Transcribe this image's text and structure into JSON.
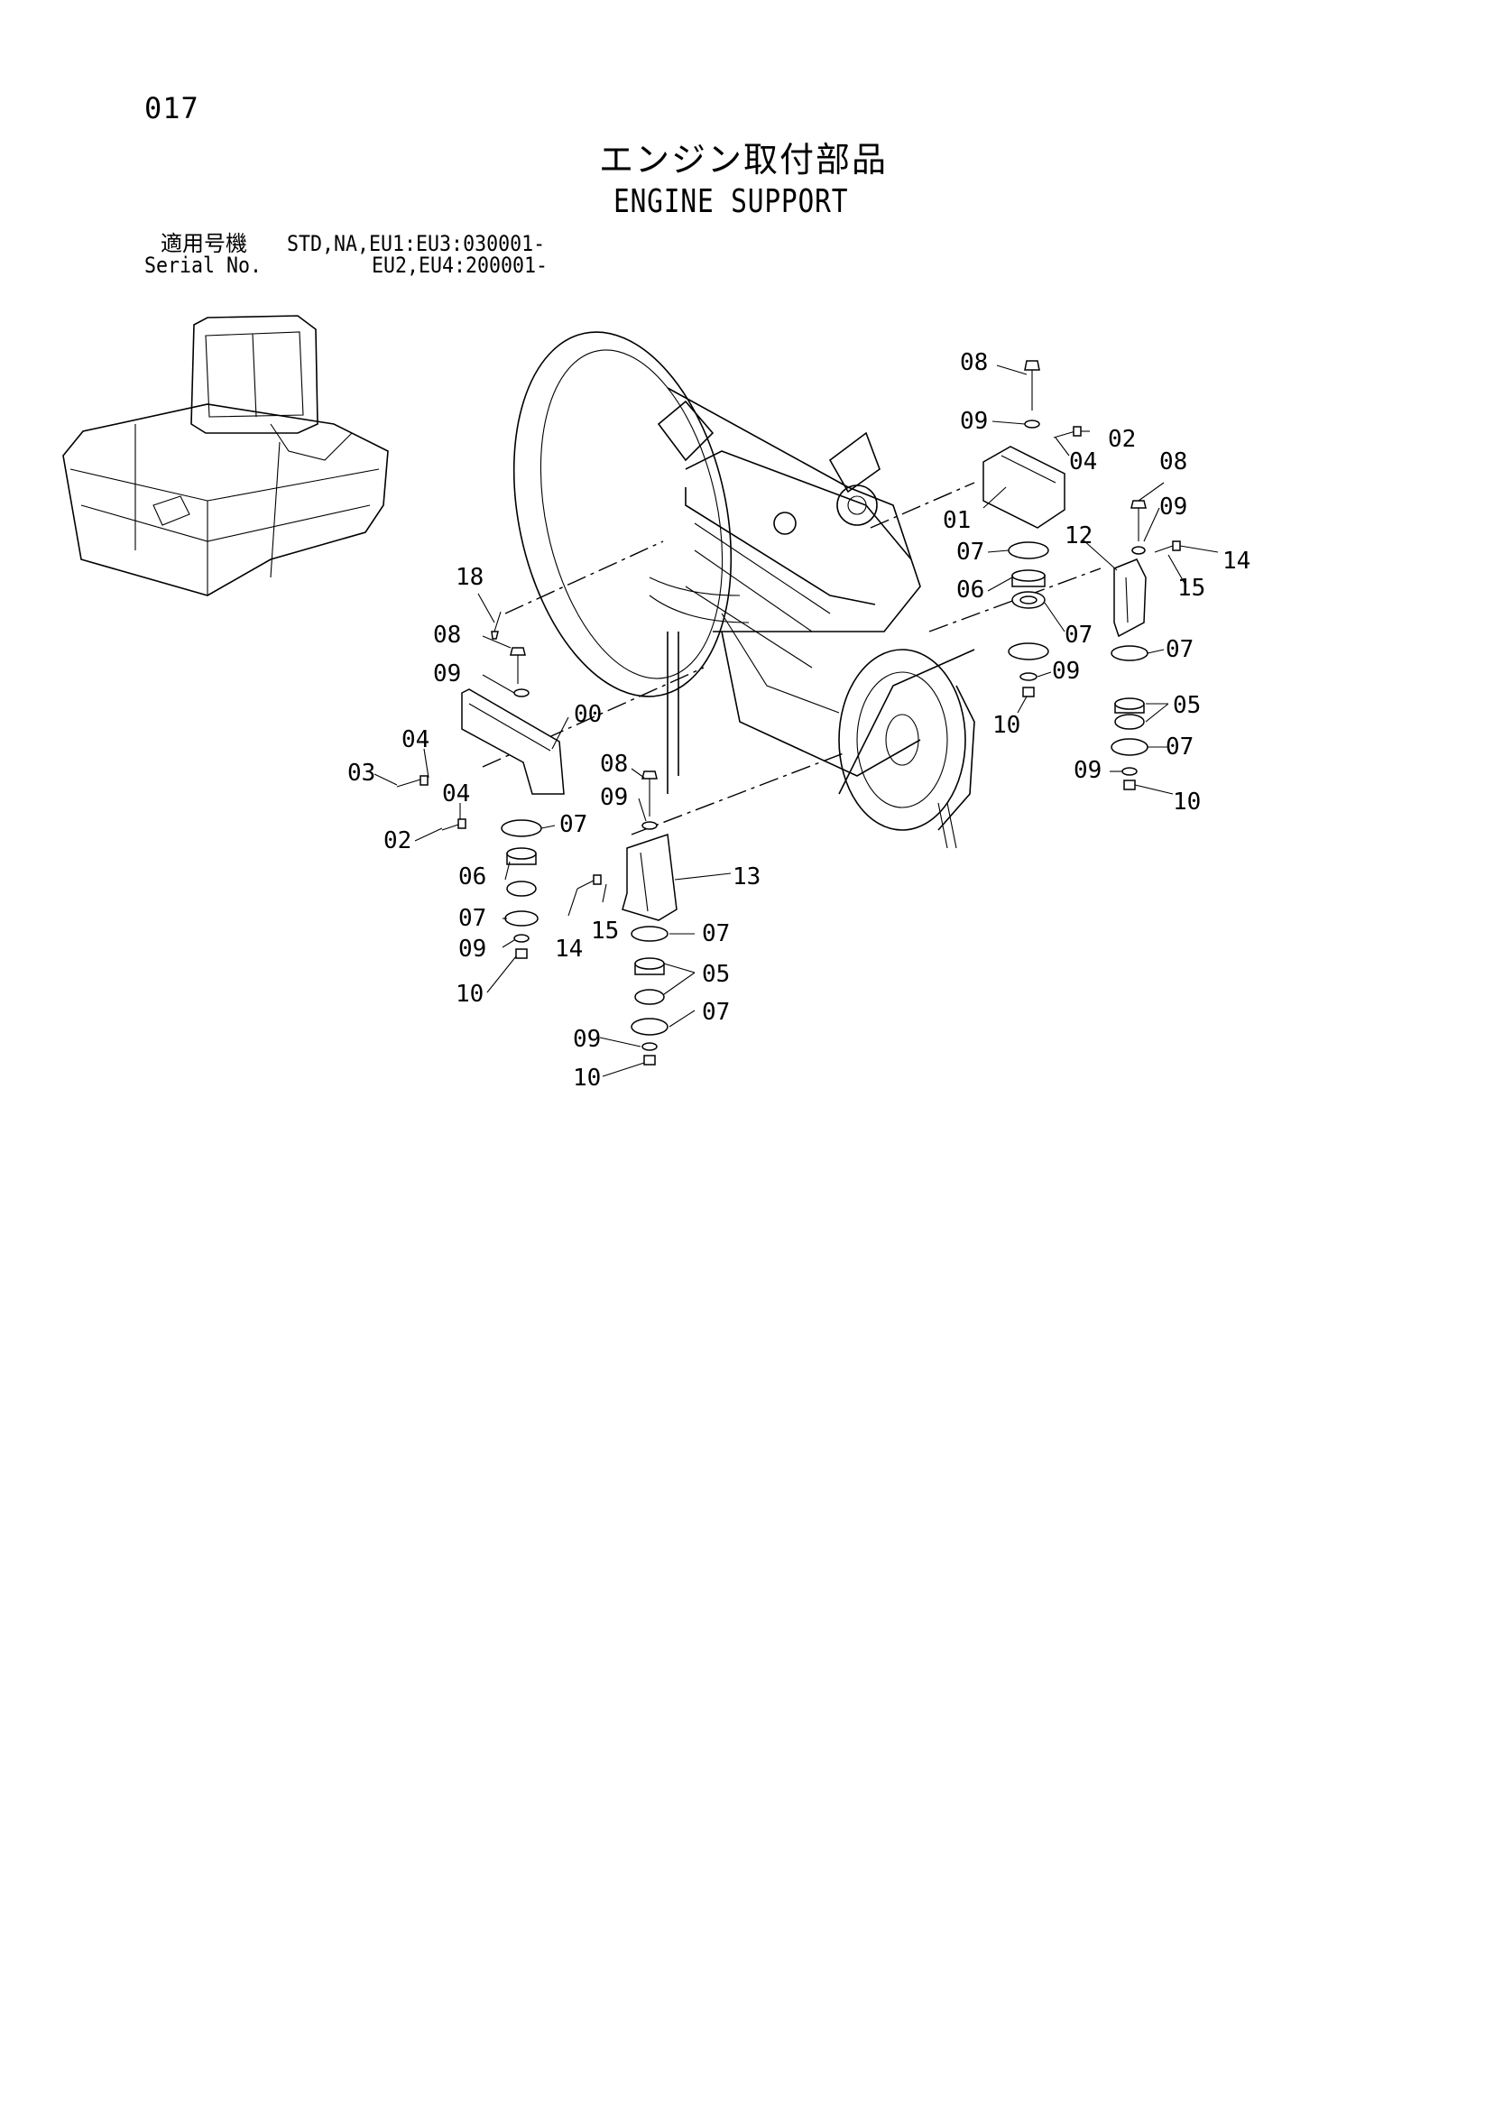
{
  "page_number": "017",
  "title_jp": "エンジン取付部品",
  "title_en": "ENGINE SUPPORT",
  "serial": {
    "label_jp": "適用号機",
    "label_en": "Serial No.",
    "line1": "STD,NA,EU1:EU3:030001-",
    "line2": "EU2,EU4:200001-"
  },
  "callouts": {
    "c08a": "08",
    "c09a": "09",
    "c02a": "02",
    "c04a": "04",
    "c01": "01",
    "c07a": "07",
    "c06a": "06",
    "c07b": "07",
    "c09b": "09",
    "c10a": "10",
    "c08b": "08",
    "c09c": "09",
    "c12": "12",
    "c14a": "14",
    "c15a": "15",
    "c07c": "07",
    "c05a": "05",
    "c07d": "07",
    "c09d": "09",
    "c10b": "10",
    "c18": "18",
    "c08c": "08",
    "c09e": "09",
    "c00": "00",
    "c04b": "04",
    "c03": "03",
    "c04c": "04",
    "c02b": "02",
    "c07e": "07",
    "c06b": "06",
    "c07f": "07",
    "c09f": "09",
    "c10c": "10",
    "c08d": "08",
    "c09g": "09",
    "c13": "13",
    "c14b": "14",
    "c15b": "15",
    "c07g": "07",
    "c05b": "05",
    "c07h": "07",
    "c09h": "09",
    "c10d": "10"
  }
}
